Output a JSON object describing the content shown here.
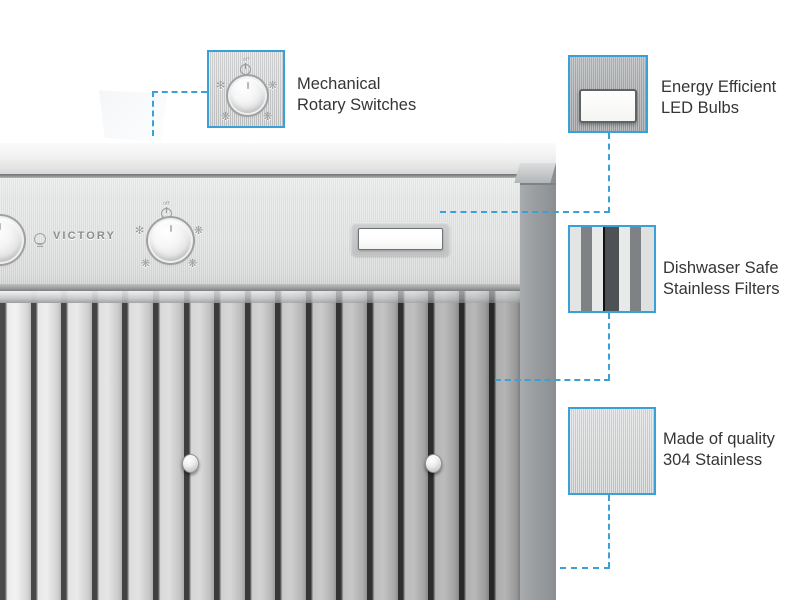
{
  "page": {
    "background": "#ffffff",
    "accent_blue": "#3aa0d8",
    "text_color": "#353535"
  },
  "product": {
    "brand_label": "VICTORY",
    "control_panel": {
      "left_knob": {
        "icon": "light-bulb-icon",
        "label": ""
      },
      "main_knob": {
        "off_label": "off",
        "power_icon": "power-symbol-icon",
        "speed_icons": [
          "fan-low-icon",
          "fan-medium-icon",
          "fan-high-icon",
          "fan-boost-icon"
        ]
      }
    },
    "led_light_panel": {
      "icon": "led-light-panel"
    },
    "baffle_filters": {
      "count": 17,
      "rivets": 2
    }
  },
  "callouts": [
    {
      "id": "mechanical-rotary-switches",
      "swatch_icon": "rotary-knob-swatch",
      "line1": "Mechanical",
      "line2": "Rotary Switches"
    },
    {
      "id": "energy-efficient-led-bulbs",
      "swatch_icon": "led-bulb-swatch",
      "line1": "Energy Efficient",
      "line2": "LED Bulbs"
    },
    {
      "id": "dishwasher-safe-stainless-filters",
      "swatch_icon": "stainless-filter-swatch",
      "line1": "Dishwaser Safe",
      "line2": "Stainless Filters"
    },
    {
      "id": "made-of-quality-304-stainless",
      "swatch_icon": "stainless-sheet-swatch",
      "line1": "Made of quality",
      "line2": "304 Stainless"
    }
  ]
}
